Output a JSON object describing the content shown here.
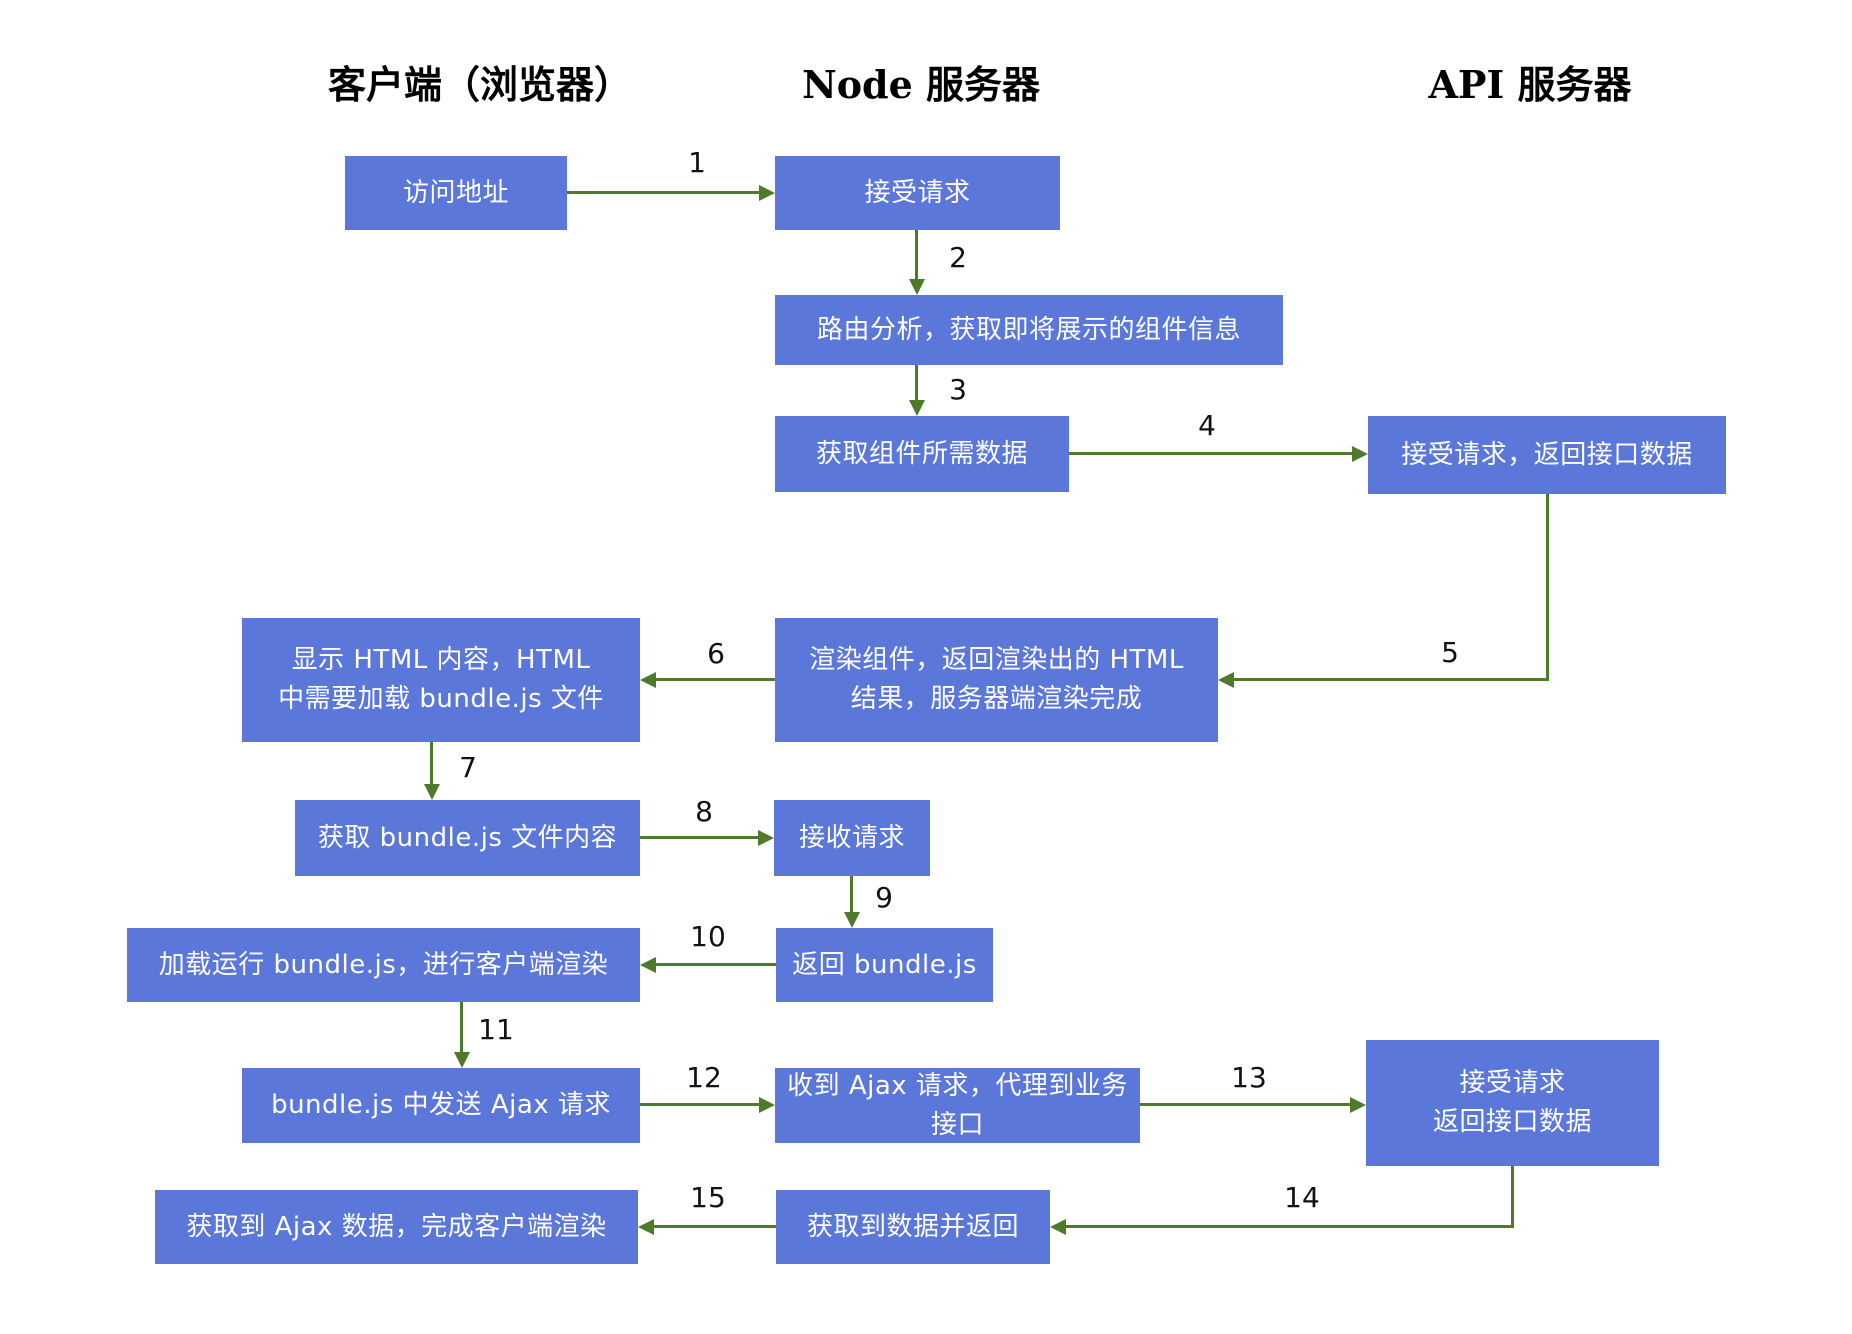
{
  "diagram": {
    "colors": {
      "box_fill": "#5b77d9",
      "box_text": "#ffffff",
      "arrow_green": "#4e7a2b",
      "label_text": "#111111",
      "background": "#ffffff"
    },
    "headers": {
      "client": "客户端（浏览器）",
      "node": "Node 服务器",
      "api": "API 服务器"
    },
    "boxes": {
      "visit_address": "访问地址",
      "node_accept_request": "接受请求",
      "route_analysis": "路由分析，获取即将展示的组件信息",
      "fetch_component_data": "获取组件所需数据",
      "api_return_data": "接受请求，返回接口数据",
      "show_html": "显示 HTML 内容，HTML\n中需要加载 bundle.js 文件",
      "render_components": "渲染组件，返回渲染出的 HTML\n结果，服务器端渲染完成",
      "fetch_bundle": "获取 bundle.js 文件内容",
      "receive_request": "接收请求",
      "run_bundle": "加载运行 bundle.js，进行客户端渲染",
      "return_bundle": "返回 bundle.js",
      "send_ajax": "bundle.js 中发送 Ajax 请求",
      "proxy_ajax": "收到 Ajax 请求，代理到业务接口",
      "api_return_data_2": "接受请求\n返回接口数据",
      "ajax_done": "获取到 Ajax 数据，完成客户端渲染",
      "return_data": "获取到数据并返回"
    },
    "arrow_labels": {
      "n1": "1",
      "n2": "2",
      "n3": "3",
      "n4": "4",
      "n5": "5",
      "n6": "6",
      "n7": "7",
      "n8": "8",
      "n9": "9",
      "n10": "10",
      "n11": "11",
      "n12": "12",
      "n13": "13",
      "n14": "14",
      "n15": "15"
    }
  }
}
